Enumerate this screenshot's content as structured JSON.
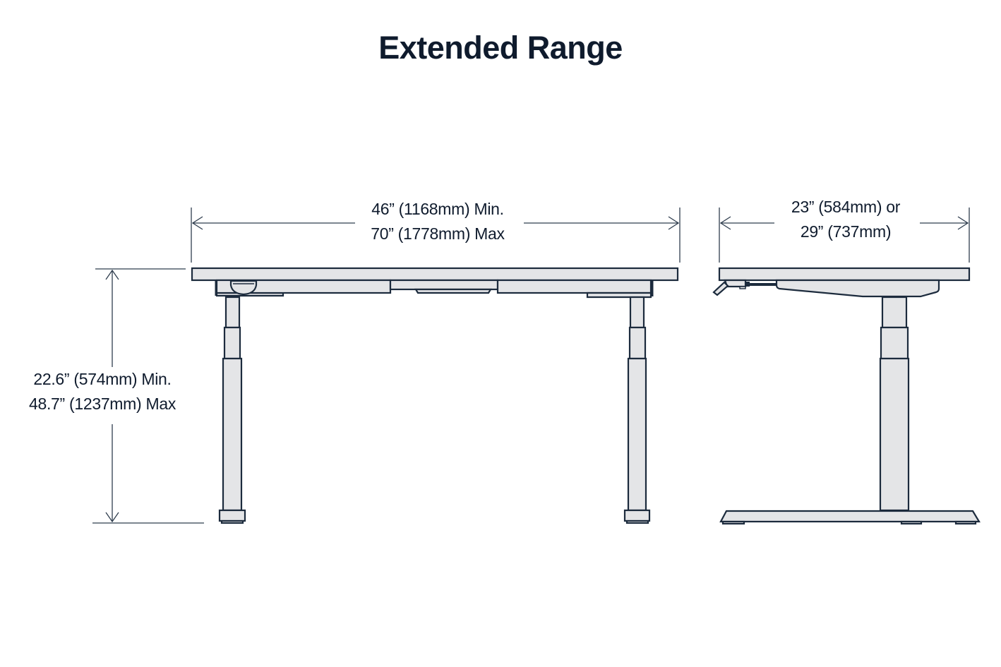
{
  "title": "Extended Range",
  "colors": {
    "outline": "#1c2b3d",
    "fill": "#e4e5e7",
    "text": "#0f1b2d",
    "dimension_line": "#2f3d4e",
    "background": "#ffffff"
  },
  "dimensions": {
    "width": {
      "line1": "46” (1168mm) Min.",
      "line2": "70” (1778mm) Max"
    },
    "depth": {
      "line1": "23” (584mm) or",
      "line2": "29” (737mm)"
    },
    "height": {
      "line1": "22.6” (574mm) Min.",
      "line2": "48.7” (1237mm) Max"
    }
  },
  "views": {
    "front": "front-view-desk",
    "side": "side-view-desk"
  }
}
